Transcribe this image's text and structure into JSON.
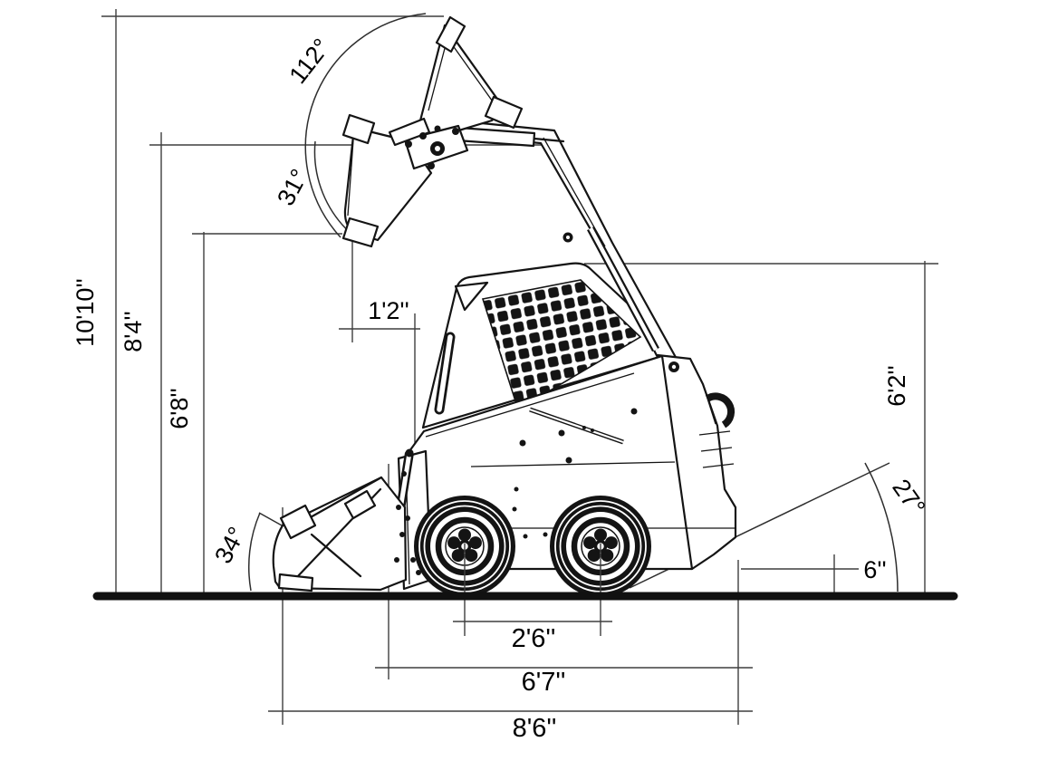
{
  "diagram": {
    "subject": "skid-steer-loader-dimension-diagram",
    "colors": {
      "background": "#ffffff",
      "machine_line": "#141414",
      "dimension_line": "#3f3f3f",
      "ground": "#111111",
      "text": "#000000"
    }
  },
  "dimensions": {
    "overall_height": "10'10''",
    "hinge_pin_height": "8'4''",
    "dump_height": "6'8''",
    "cab_height": "6'2''",
    "reach_at_max_height": "1'2''",
    "ground_clearance": "6''",
    "wheelbase": "2'6''",
    "length_without_bucket": "6'7''",
    "overall_length": "8'6''"
  },
  "angles": {
    "bucket_rotation": "112°",
    "dump_angle": "31°",
    "rollback_angle": "34°",
    "departure_angle": "27°"
  }
}
